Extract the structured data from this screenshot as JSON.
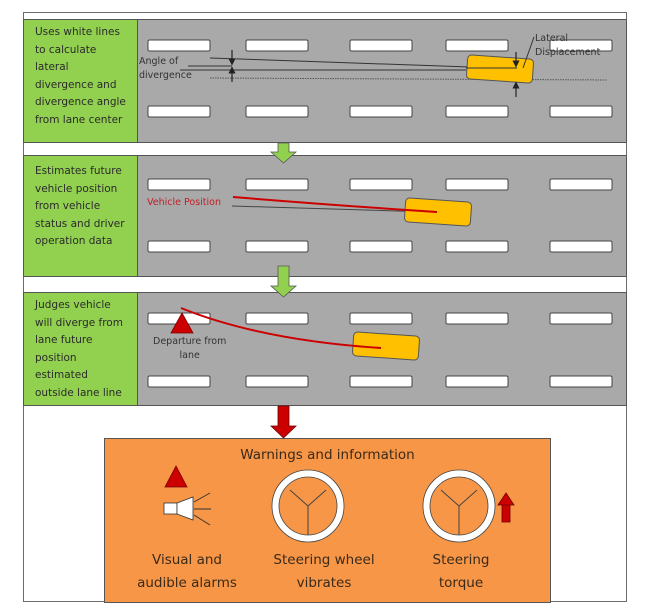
{
  "stages": [
    {
      "description_lines": [
        "Uses white lines",
        "to calculate",
        "lateral",
        "divergence and",
        "divergence angle",
        "from lane center"
      ],
      "annotations": {
        "angle_lines": [
          "Angle of",
          "divergence"
        ],
        "lateral_lines": [
          "Lateral",
          "Displacement"
        ]
      }
    },
    {
      "description_lines": [
        "Estimates  future",
        "vehicle position",
        "from vehicle",
        "status and driver",
        "operation data"
      ],
      "annotations": {
        "vehicle_position": "Vehicle Position"
      }
    },
    {
      "description_lines": [
        "Judges vehicle",
        "will diverge from",
        "lane future",
        "position",
        "estimated",
        "outside lane  line"
      ],
      "annotations": {
        "departure_lines": [
          "Departure from",
          "lane"
        ]
      }
    }
  ],
  "warnings": {
    "title": "Warnings and information",
    "items": [
      {
        "icon": "warning-triangle-and-speaker-icon",
        "caption_lines": [
          "Visual and",
          "audible alarms"
        ]
      },
      {
        "icon": "steering-wheel-icon",
        "caption_lines": [
          "Steering wheel",
          "vibrates"
        ]
      },
      {
        "icon": "steering-wheel-with-up-arrow-icon",
        "caption_lines": [
          "Steering",
          "torque"
        ]
      }
    ]
  },
  "colors": {
    "stage_label_bg": "#92d050",
    "road_bg": "#a9a9a9",
    "vehicle": "#ffc000",
    "trajectory": "#cc0000",
    "down_arrow_green": "#92d050",
    "down_arrow_red": "#cc0000",
    "warning_panel_bg": "#f79646"
  }
}
